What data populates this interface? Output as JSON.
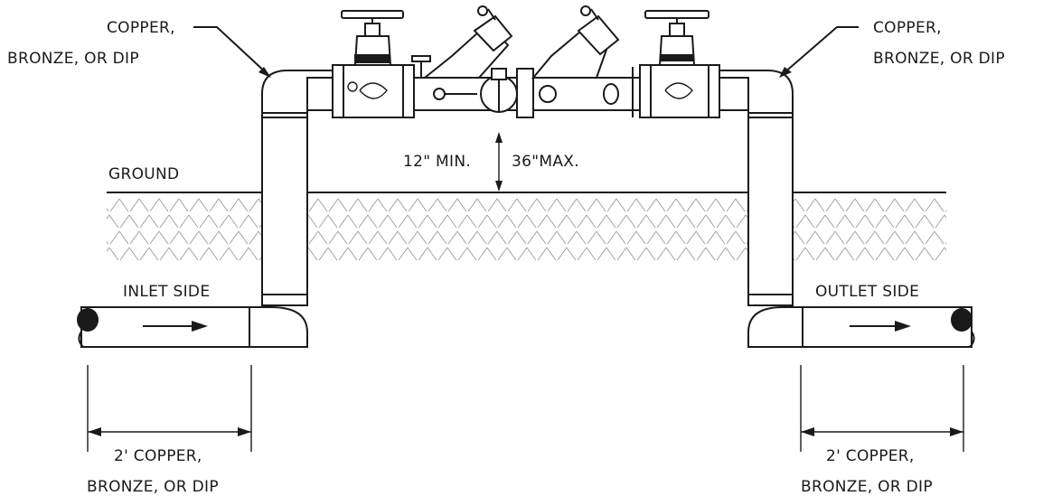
{
  "labels": {
    "top_left_line1": "COPPER,",
    "top_left_line2": "BRONZE, OR DIP",
    "top_right_line1": "COPPER,",
    "top_right_line2": "BRONZE, OR DIP",
    "ground": "GROUND",
    "min_height": "12\" MIN.",
    "max_height": "36\"MAX.",
    "inlet": "INLET SIDE",
    "outlet": "OUTLET SIDE",
    "bottom_left_line1": "2' COPPER,",
    "bottom_left_line2": "BRONZE, OR DIP",
    "bottom_right_line1": "2' COPPER,",
    "bottom_right_line2": "BRONZE, OR DIP"
  }
}
